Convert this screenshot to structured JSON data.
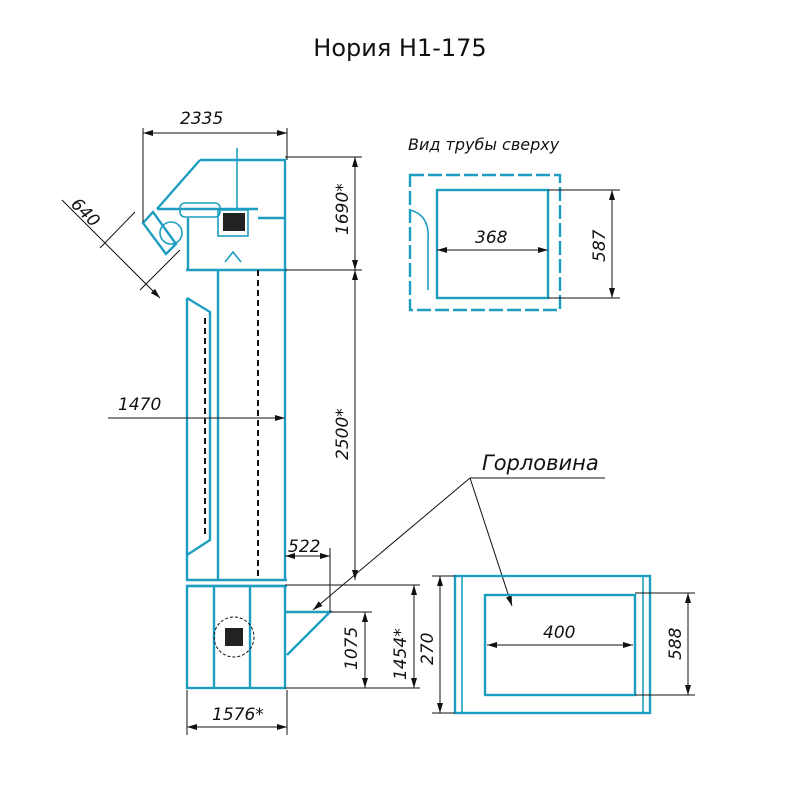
{
  "title": "Нория Н1-175",
  "labels": {
    "top_view": "Вид трубы сверху",
    "throat": "Горловина"
  },
  "dimensions": {
    "width_total": "2335",
    "head_height": "1690*",
    "diag_640": "640",
    "offset_1470": "1470",
    "trunk_height": "2500*",
    "inlet_522": "522",
    "inlet_1075": "1075",
    "boot_1454": "1454*",
    "base_1576": "1576*",
    "pipe_368": "368",
    "pipe_587": "587",
    "throat_400": "400",
    "throat_588": "588",
    "throat_270": "270"
  },
  "colors": {
    "line": "#1d9ec0",
    "dim": "#111111"
  }
}
